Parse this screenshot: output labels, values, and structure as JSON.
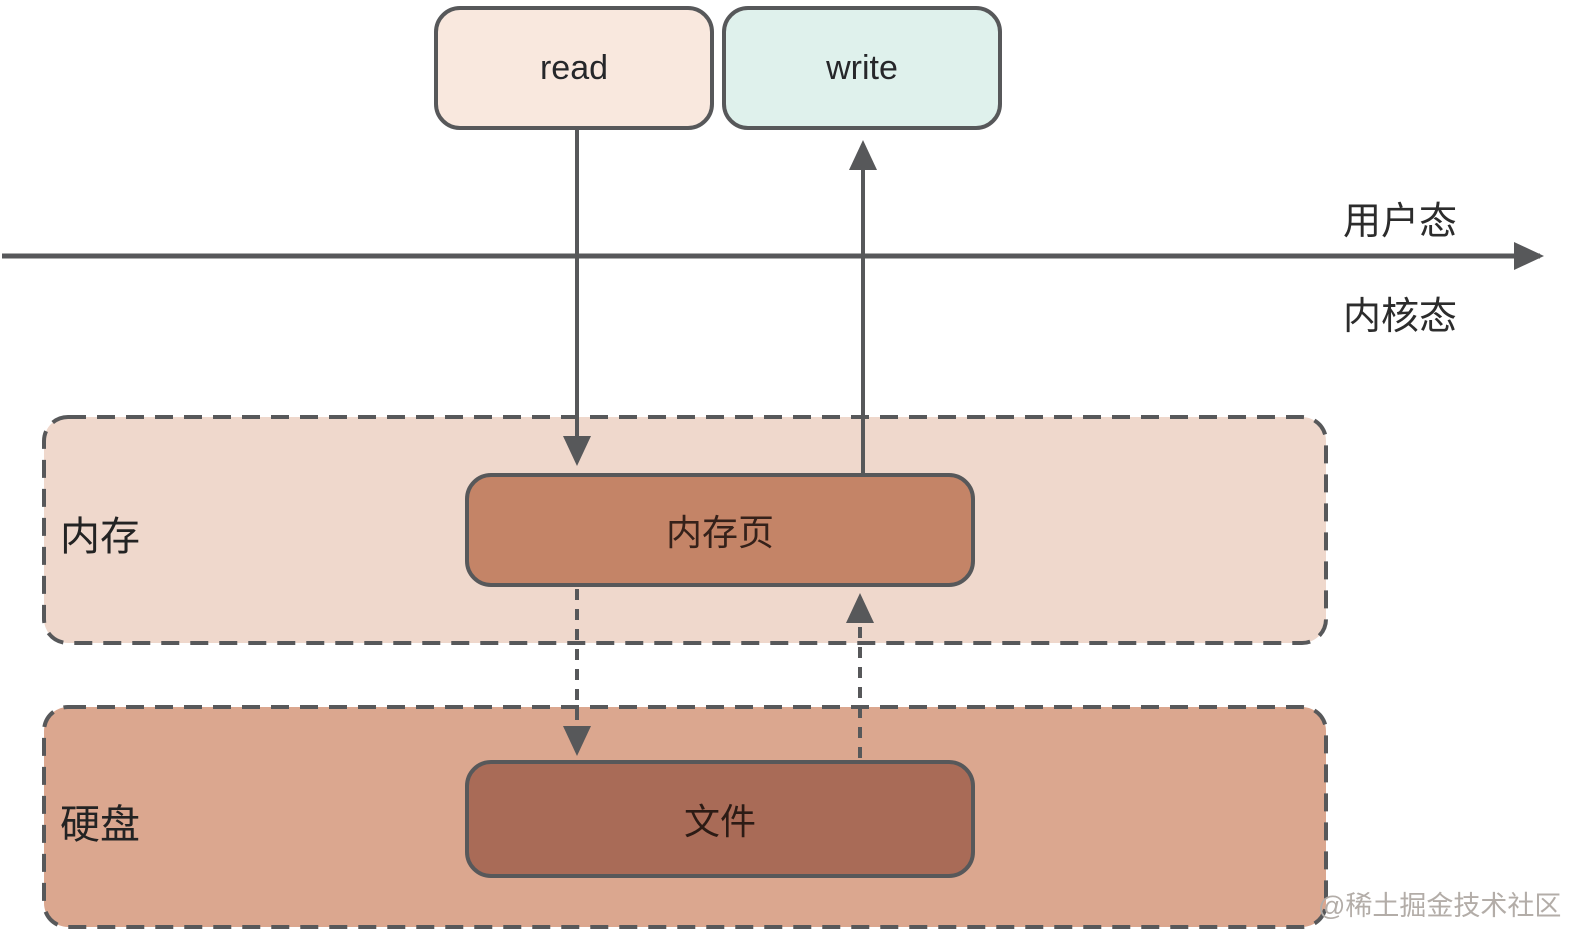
{
  "syscalls": {
    "read": "read",
    "write": "write"
  },
  "modes": {
    "user": "用户态",
    "kernel": "内核态"
  },
  "memory_region": {
    "label": "内存",
    "page_box": "内存页"
  },
  "disk_region": {
    "label": "硬盘",
    "file_box": "文件"
  },
  "watermark": "@稀土掘金技术社区",
  "colors": {
    "stroke_gray": "#57585a",
    "read_box_fill": "#f9e8de",
    "write_box_fill": "#dff1ec",
    "memory_region_fill": "#efd8cc",
    "disk_region_fill": "#dba78f",
    "memory_page_fill": "#c48467",
    "file_box_fill": "#a96b57",
    "watermark_text": "#b3ada8",
    "background": "#ffffff"
  }
}
